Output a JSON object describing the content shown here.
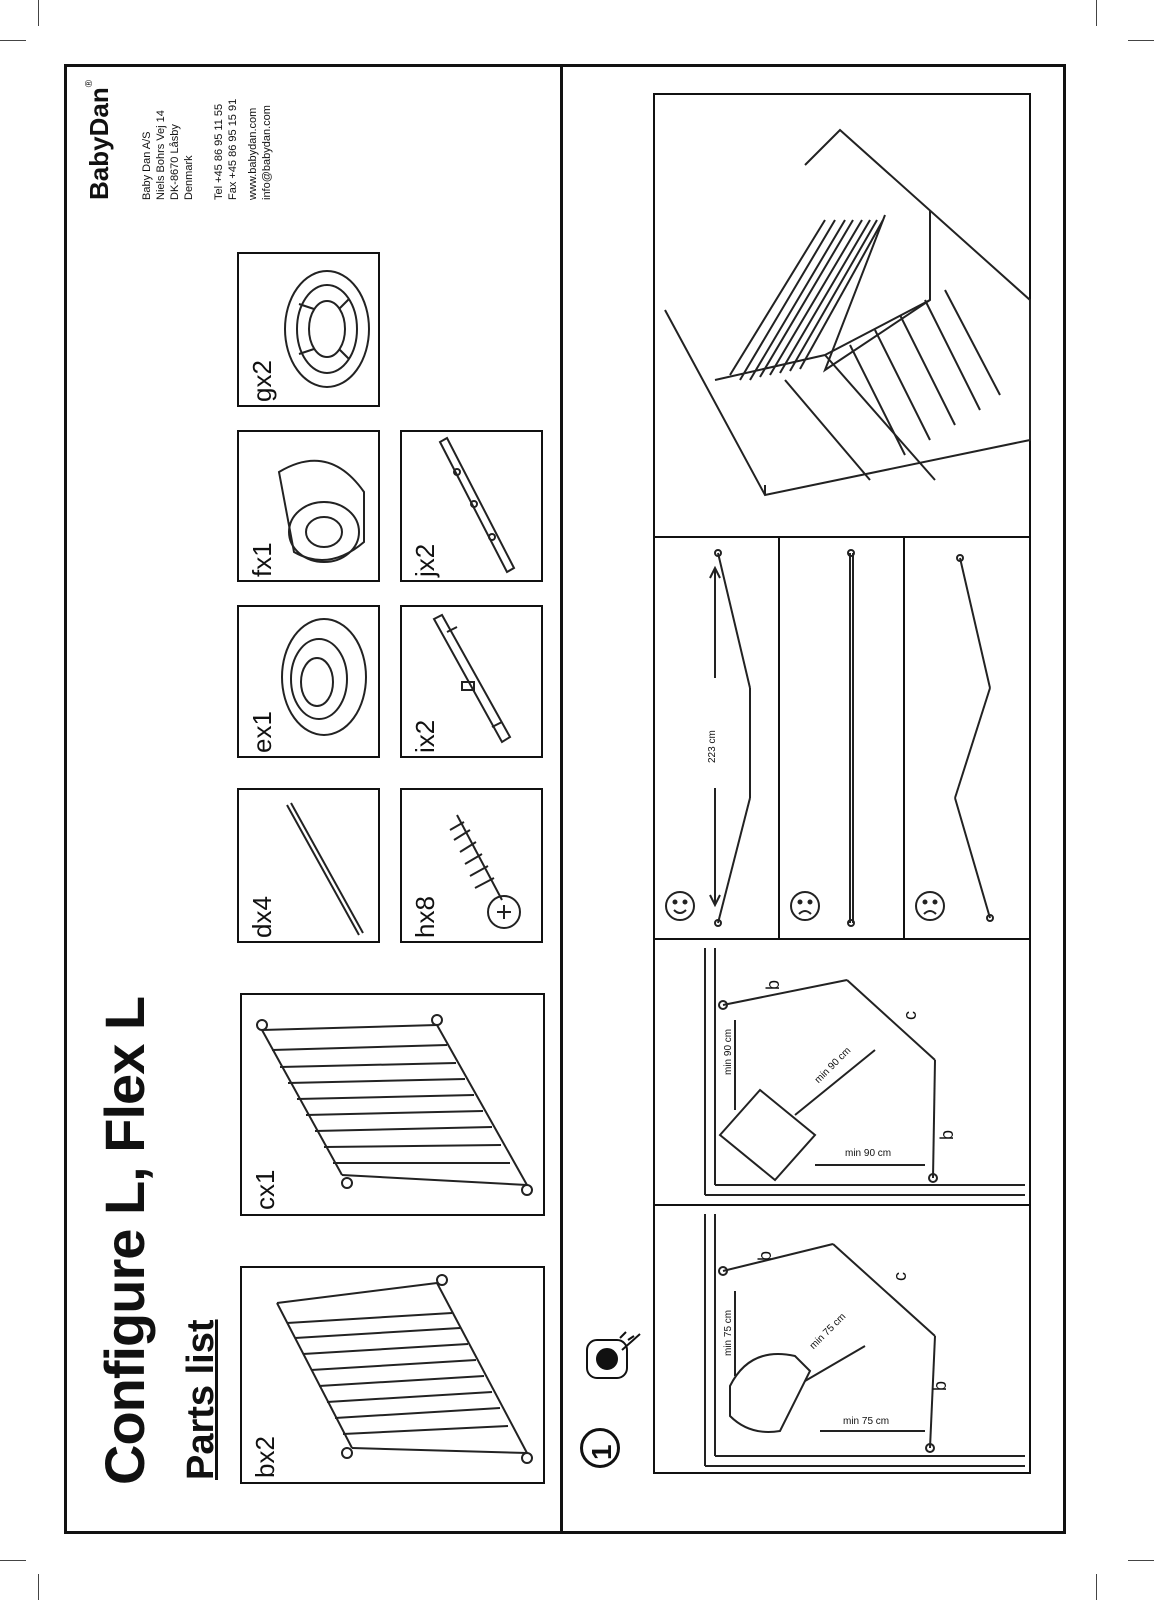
{
  "header": {
    "title": "Configure L, Flex L",
    "subtitle": "Parts list"
  },
  "brand": {
    "logo_text": "BabyDan",
    "company": "Baby Dan A/S",
    "street": "Niels Bohrs Vej 14",
    "city": "DK-8670 Låsby",
    "country": "Denmark",
    "tel": "Tel +45 86 95 11 55",
    "fax": "Fax +45 86 95 15 91",
    "web": "www.babydan.com",
    "email": "info@babydan.com"
  },
  "parts": [
    {
      "label": "bx2"
    },
    {
      "label": "cx1"
    },
    {
      "label": "dx4"
    },
    {
      "label": "ex1"
    },
    {
      "label": "fx1"
    },
    {
      "label": "gx2"
    },
    {
      "label": "hx8"
    },
    {
      "label": "ix2"
    },
    {
      "label": "jx2"
    }
  ],
  "step": {
    "number": "1",
    "panel_a": {
      "wall_label": "min 75 cm",
      "diag_label": "min 75 cm",
      "floor_label": "min 75 cm",
      "b1": "b",
      "c": "c",
      "b2": "b"
    },
    "panel_b": {
      "wall_label": "min 90 cm",
      "diag_label": "min 90 cm",
      "floor_label": "min 90 cm",
      "b1": "b",
      "c": "c",
      "b2": "b"
    },
    "length_label": "223 cm"
  }
}
